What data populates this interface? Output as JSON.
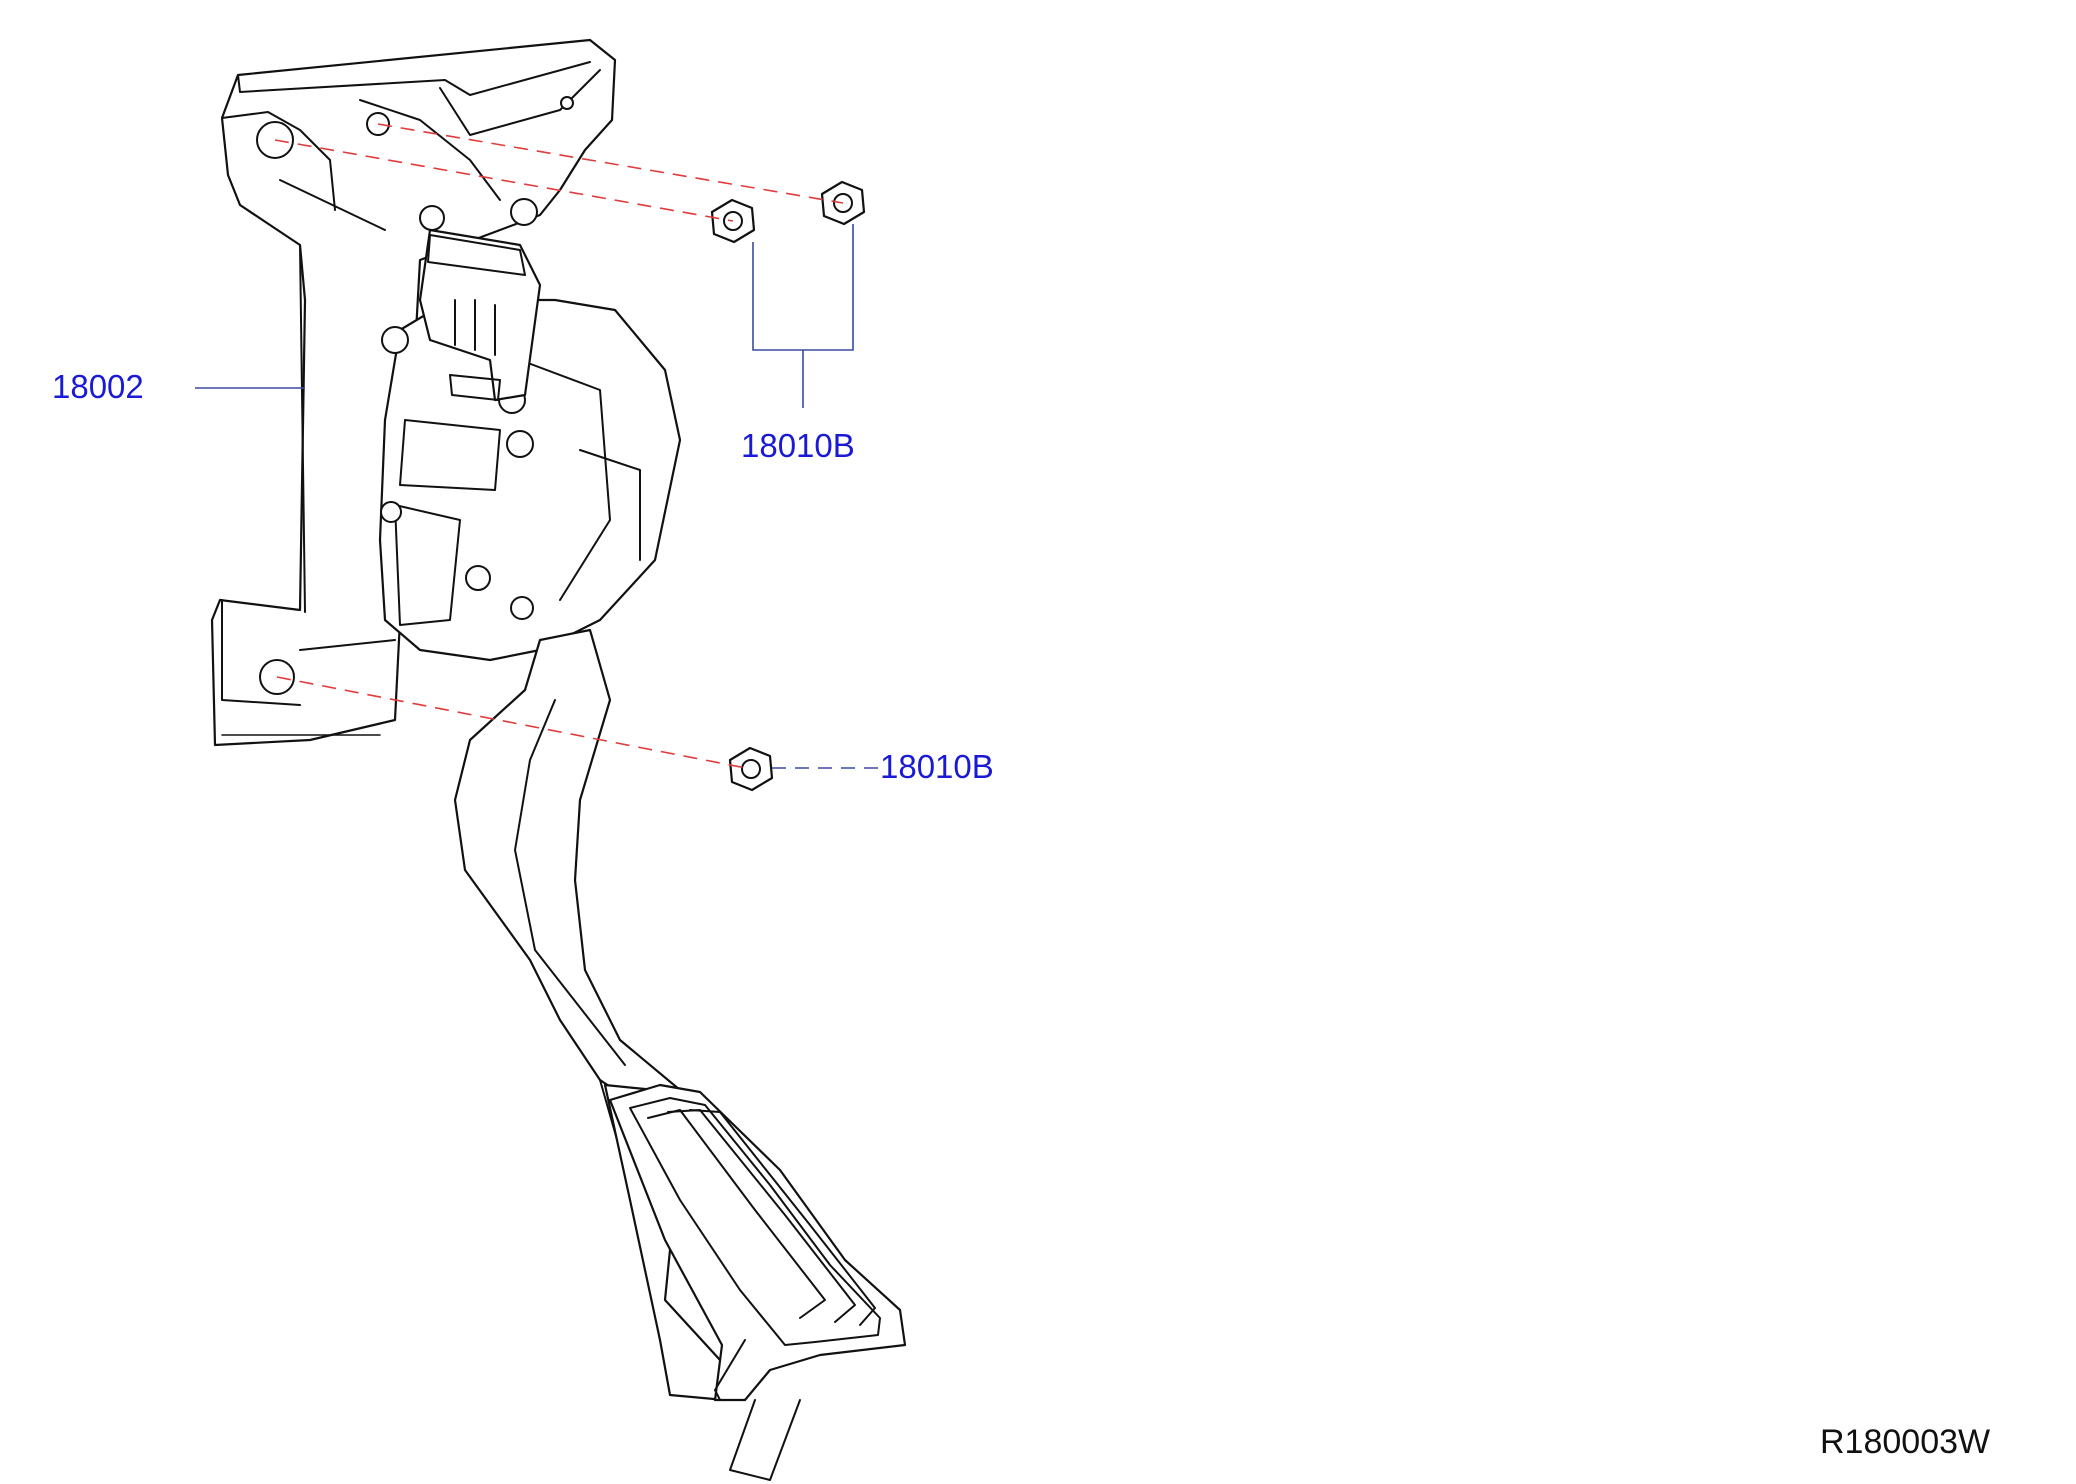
{
  "diagram": {
    "callouts": {
      "bracket": "18002",
      "nuts_upper": "18010B",
      "nut_lower": "18010B"
    },
    "reference_code": "R180003W"
  },
  "colors": {
    "callout_text": "#1a1ad6",
    "leader_line": "#3a4aa0",
    "dashed_line": "#e23b3b",
    "outline": "#111111"
  }
}
